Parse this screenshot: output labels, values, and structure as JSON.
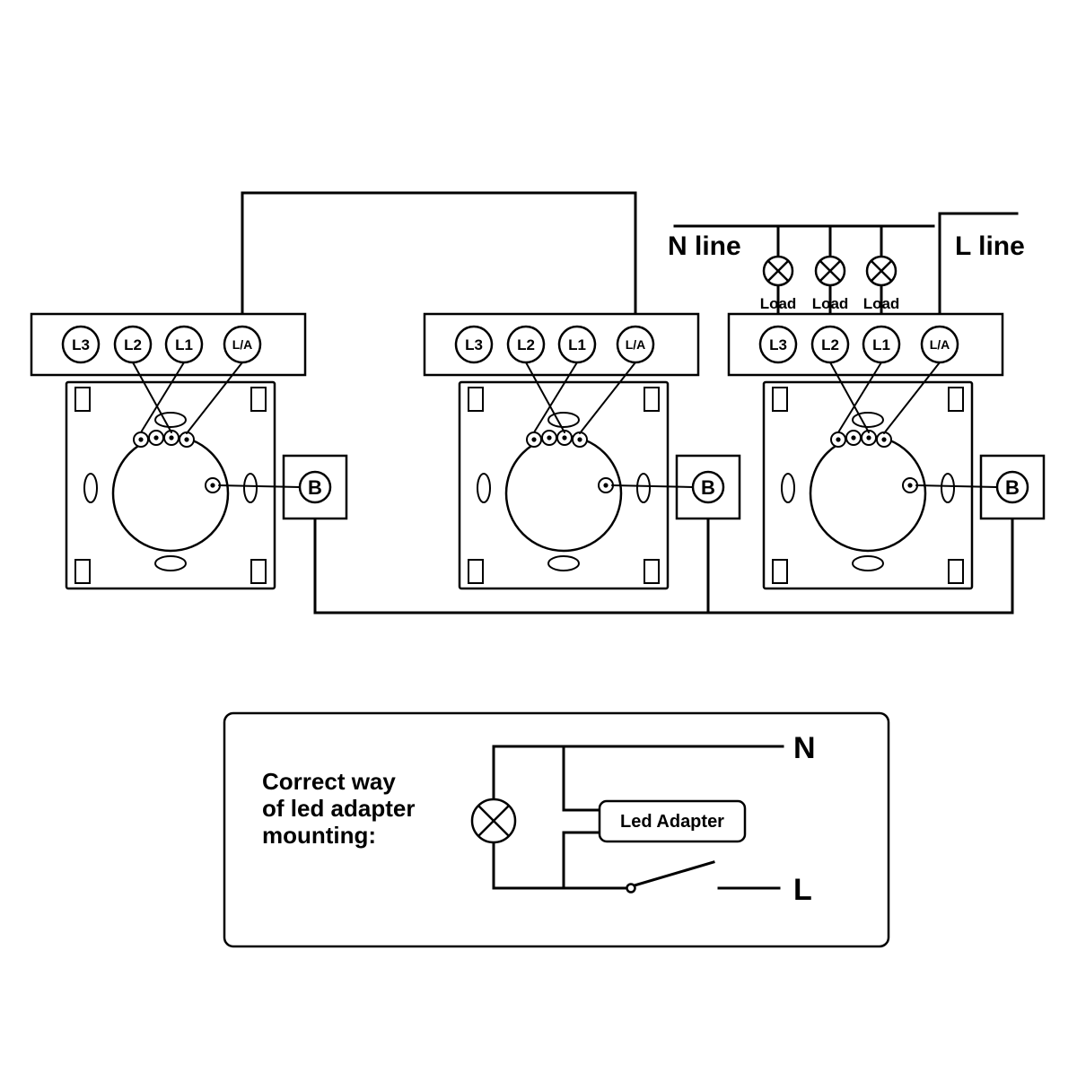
{
  "diagram": {
    "colors": {
      "ink": "#000000",
      "panel_bg": "#e2e2e2",
      "bg": "#ffffff"
    },
    "labels": {
      "n_line": "N line",
      "l_line": "L line",
      "load": [
        "Load",
        "Load",
        "Load"
      ],
      "b": [
        "B",
        "B",
        "B"
      ]
    },
    "switches": [
      {
        "terminals": [
          "L3",
          "L2",
          "L1",
          "L/A"
        ]
      },
      {
        "terminals": [
          "L3",
          "L2",
          "L1",
          "L/A"
        ]
      },
      {
        "terminals": [
          "L3",
          "L2",
          "L1",
          "L/A"
        ]
      }
    ],
    "inset": {
      "caption": [
        "Correct way",
        "of led adapter",
        "mounting:"
      ],
      "adapter": "Led Adapter",
      "n": "N",
      "l": "L"
    }
  }
}
